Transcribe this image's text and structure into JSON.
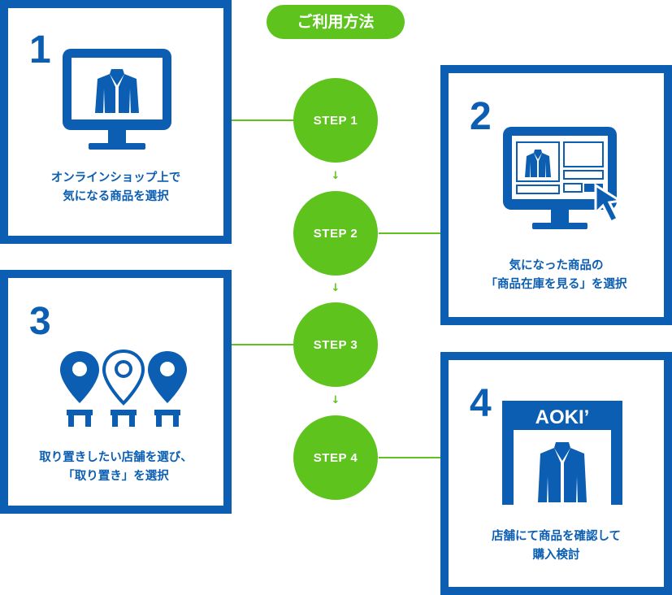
{
  "title": "ご利用方法",
  "colors": {
    "blue": "#0b5eb2",
    "green": "#5ec31d",
    "white": "#ffffff"
  },
  "steps": [
    {
      "label": "STEP 1",
      "number": "1",
      "text": [
        "オンラインショップ上で",
        "気になる商品を選択"
      ],
      "icon": "monitor-jacket-icon"
    },
    {
      "label": "STEP 2",
      "number": "2",
      "text": [
        "気になった商品の",
        "「商品在庫を見る」を選択"
      ],
      "icon": "monitor-cursor-icon"
    },
    {
      "label": "STEP 3",
      "number": "3",
      "text": [
        "取り置きしたい店舗を選び、",
        "「取り置き」を選択"
      ],
      "icon": "store-pins-icon"
    },
    {
      "label": "STEP 4",
      "number": "4",
      "text": [
        "店舗にて商品を確認して",
        "購入検討"
      ],
      "icon": "storefront-icon"
    }
  ],
  "store_sign": "AOKI’",
  "arrow_glyph": "↓"
}
